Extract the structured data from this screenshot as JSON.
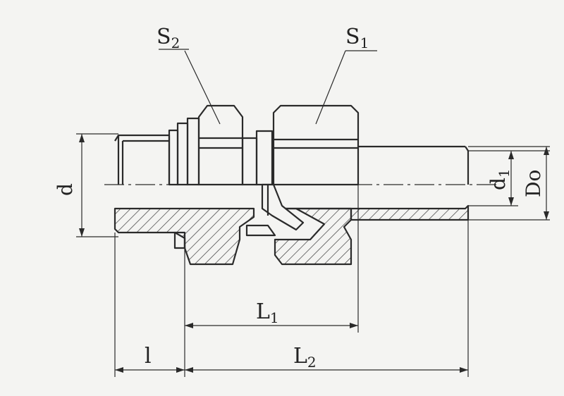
{
  "colors": {
    "background": "#f4f4f2",
    "ink": "#2a2a2a",
    "hatch": "#3a3a3a"
  },
  "labels": {
    "s2": {
      "main": "S",
      "sub": "2"
    },
    "s1": {
      "main": "S",
      "sub": "1"
    },
    "d": "d",
    "d1": {
      "main": "d",
      "sub": "1"
    },
    "do": "Do",
    "l1": {
      "main": "L",
      "sub": "1"
    },
    "l2": {
      "main": "L",
      "sub": "2"
    },
    "l": "l"
  }
}
